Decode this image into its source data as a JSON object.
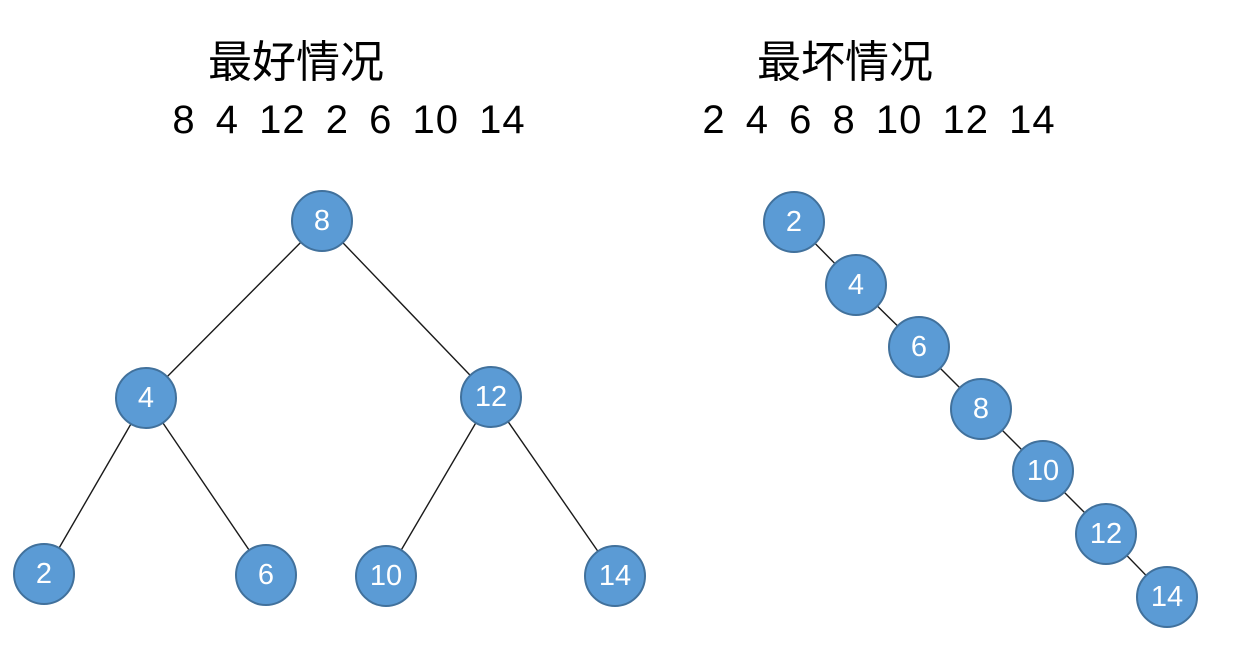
{
  "diagram": {
    "type": "binary-search-tree-comparison",
    "background_color": "#ffffff",
    "node_fill_color": "#5b9bd5",
    "node_border_color": "#41719c",
    "node_text_color": "#ffffff",
    "edge_color": "#1a1a1a",
    "text_color": "#000000"
  },
  "best_case": {
    "title": "最好情况",
    "sequence": "8 4 12 2 6 10 14",
    "nodes": [
      "8",
      "4",
      "12",
      "2",
      "6",
      "10",
      "14"
    ],
    "edges": [
      [
        "8",
        "4"
      ],
      [
        "8",
        "12"
      ],
      [
        "4",
        "2"
      ],
      [
        "4",
        "6"
      ],
      [
        "12",
        "10"
      ],
      [
        "12",
        "14"
      ]
    ]
  },
  "worst_case": {
    "title": "最坏情况",
    "sequence": "2 4 6 8 10 12 14",
    "nodes": [
      "2",
      "4",
      "6",
      "8",
      "10",
      "12",
      "14"
    ],
    "edges": [
      [
        "2",
        "4"
      ],
      [
        "4",
        "6"
      ],
      [
        "6",
        "8"
      ],
      [
        "8",
        "10"
      ],
      [
        "10",
        "12"
      ],
      [
        "12",
        "14"
      ]
    ]
  }
}
